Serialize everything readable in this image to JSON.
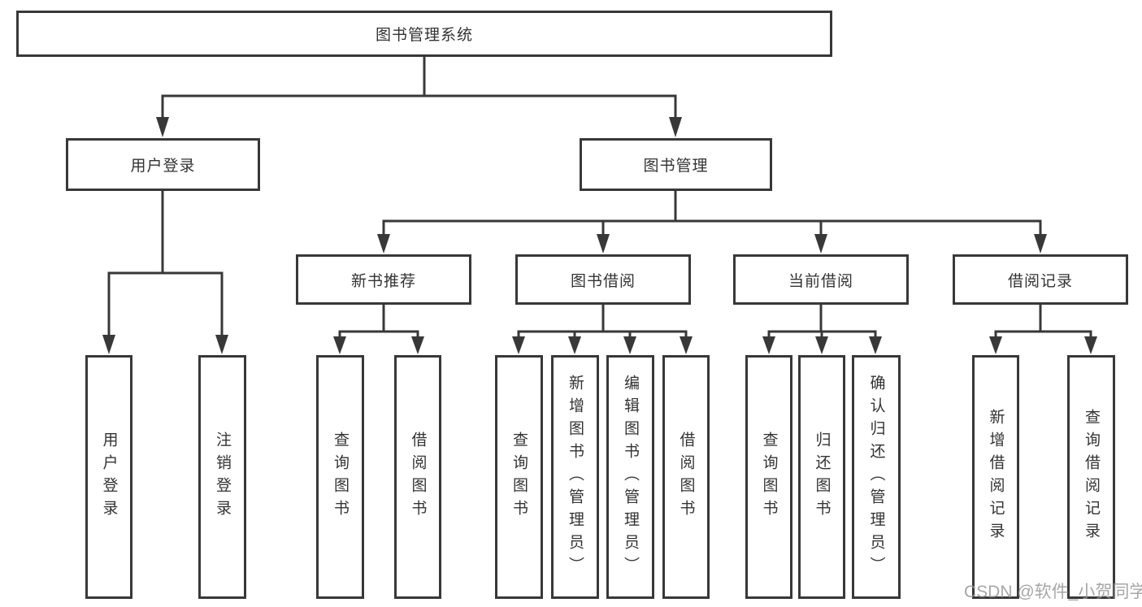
{
  "diagram_title": "图书管理系统",
  "tree": {
    "label": "图书管理系统",
    "children": [
      {
        "label": "用户登录",
        "children": [
          {
            "label": "用户登录"
          },
          {
            "label": "注销登录"
          }
        ]
      },
      {
        "label": "图书管理",
        "children": [
          {
            "label": "新书推荐",
            "children": [
              {
                "label": "查询图书"
              },
              {
                "label": "借阅图书"
              }
            ]
          },
          {
            "label": "图书借阅",
            "children": [
              {
                "label": "查询图书"
              },
              {
                "label": "新增图书（管理员）"
              },
              {
                "label": "编辑图书（管理员）"
              },
              {
                "label": "借阅图书"
              }
            ]
          },
          {
            "label": "当前借阅",
            "children": [
              {
                "label": "查询图书"
              },
              {
                "label": "归还图书"
              },
              {
                "label": "确认归还（管理员）"
              }
            ]
          },
          {
            "label": "借阅记录",
            "children": [
              {
                "label": "新增借阅记录"
              },
              {
                "label": "查询借阅记录"
              }
            ]
          }
        ]
      }
    ]
  },
  "watermark": {
    "text": "CSDN @软件_小贺同学"
  },
  "colors": {
    "line": "#383838",
    "box_border": "#383838",
    "text": "#333333",
    "background": "#ffffff",
    "watermark": "#969696"
  }
}
